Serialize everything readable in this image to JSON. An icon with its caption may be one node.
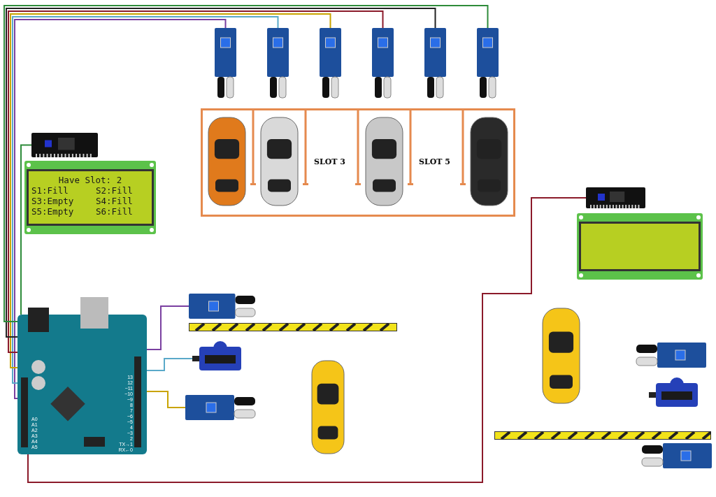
{
  "diagram": {
    "nodes": [
      {
        "text": [
          "Have Slot: 2",
          "S1:Fill",
          "S2:Fill",
          "S3:Empty",
          "S4:Fill",
          "S5:Empty",
          "S6:Fill"
        ]
      },
      {
        "text": [],
        "shape": "picture"
      },
      {
        "text": [],
        "shape": "picture"
      },
      {
        "text": [],
        "shape": "picture"
      },
      {
        "text": [],
        "shape": "picture"
      },
      {
        "text": [],
        "shape": "picture"
      },
      {
        "text": [],
        "shape": "picture"
      },
      {
        "text": [],
        "shape": "picture"
      },
      {
        "text": [],
        "shape": "picture"
      },
      {
        "text": [
          "SLOT 3",
          "SLOT 5"
        ]
      },
      {
        "text": [],
        "shape": "picture"
      },
      {
        "text": [],
        "shape": "picture"
      },
      {
        "text": [],
        "shape": "picture"
      },
      {
        "text": [],
        "shape": "picture"
      },
      {
        "text": [],
        "shape": "picture"
      }
    ],
    "edges": [
      {
        "from": 1,
        "to": 2,
        "arrow": "none",
        "color": "#2e8b3a"
      },
      {
        "from": 3,
        "to": 2,
        "arrow": "none",
        "color": "#7a3fa0"
      },
      {
        "from": 4,
        "to": 2,
        "arrow": "none",
        "color": "#5aa9c9"
      },
      {
        "from": 5,
        "to": 2,
        "arrow": "none",
        "color": "#c9a400"
      },
      {
        "from": 6,
        "to": 2,
        "arrow": "none",
        "color": "#8b1a2a"
      },
      {
        "from": 7,
        "to": 2,
        "arrow": "none",
        "color": "#222222"
      },
      {
        "from": 8,
        "to": 2,
        "arrow": "none",
        "color": "#2e8b3a"
      },
      {
        "from": 10,
        "to": 2,
        "arrow": "none",
        "color": "#7a3fa0"
      },
      {
        "from": 11,
        "to": 2,
        "arrow": "none",
        "color": "#5aa9c9"
      },
      {
        "from": 12,
        "to": 2,
        "arrow": "none",
        "color": "#c9a400"
      },
      {
        "from": 13,
        "to": 2,
        "arrow": "none",
        "color": "#8b1a2a"
      }
    ],
    "labels": [
      "13",
      "12",
      "~11",
      "~10",
      "~9",
      "8",
      "7",
      "~6",
      "~5",
      "4",
      "~3",
      "2",
      "TX→1",
      "RX←0",
      "A0",
      "A1",
      "A2",
      "A3",
      "A4",
      "A5"
    ]
  }
}
